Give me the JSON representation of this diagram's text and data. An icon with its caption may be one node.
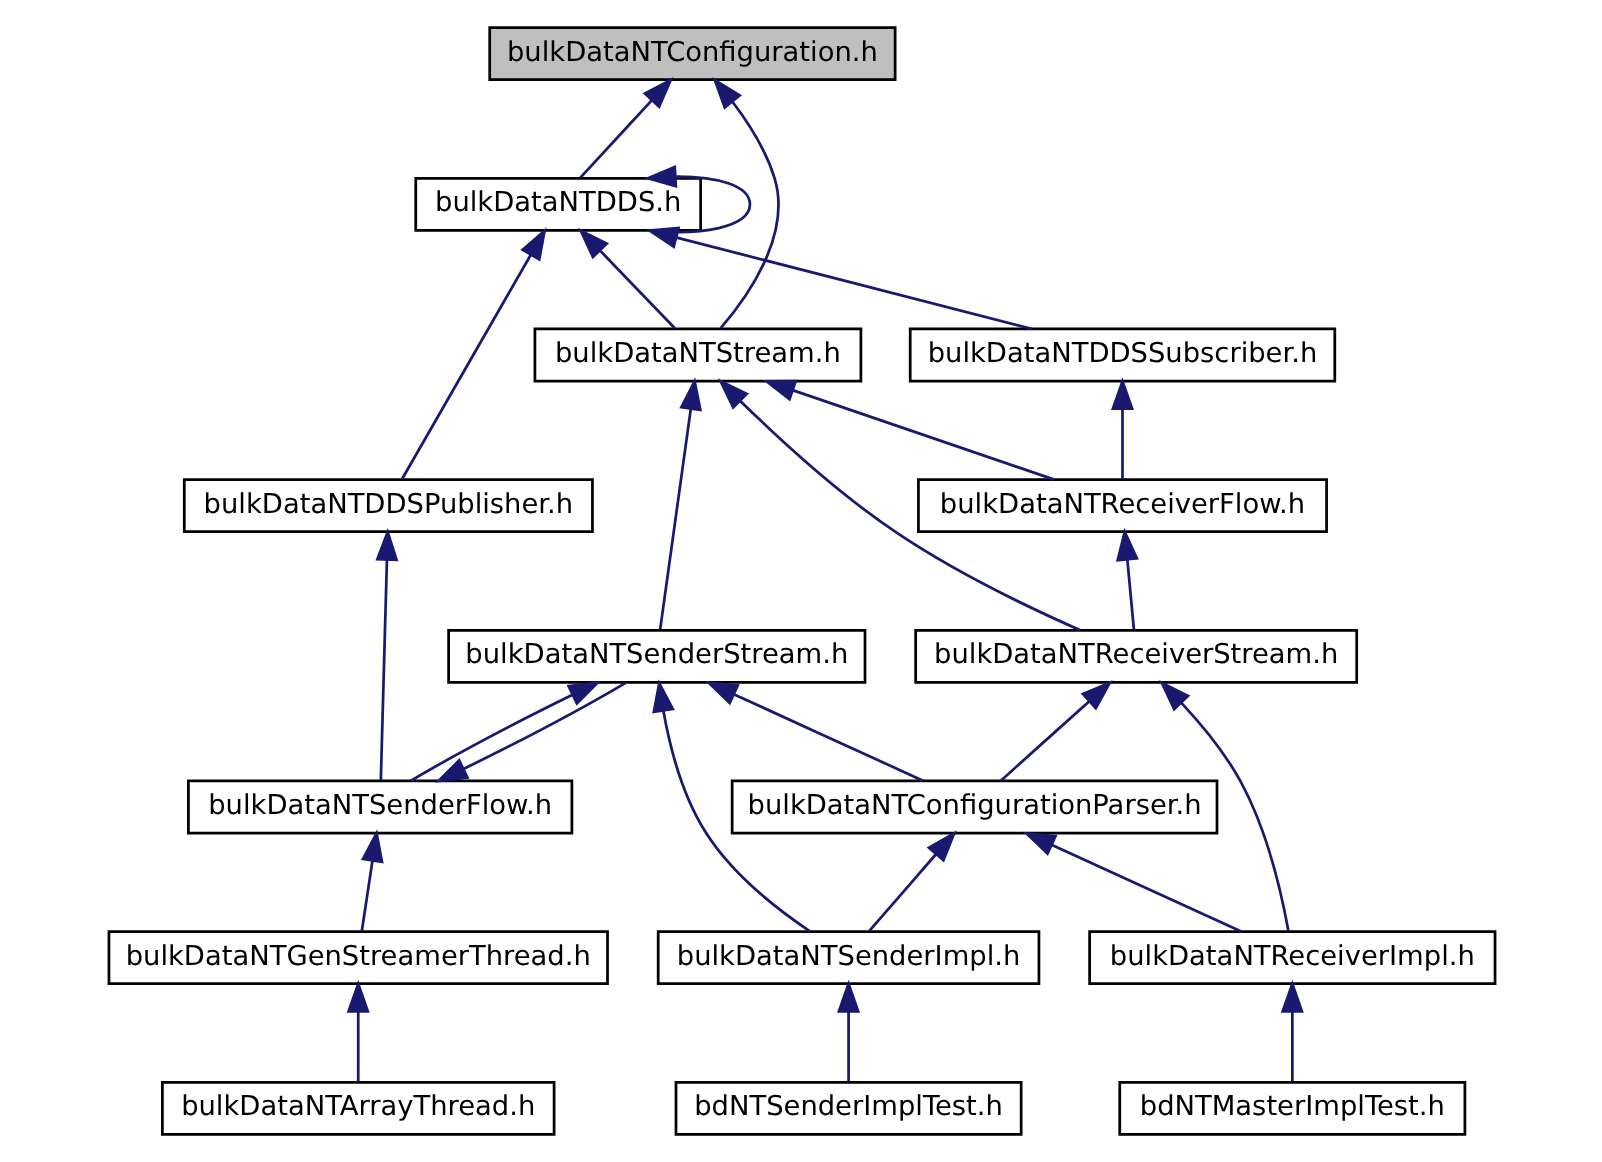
{
  "diagram": {
    "nodes": [
      {
        "text": [
          "bulkDataNTConfiguration.h"
        ]
      },
      {
        "text": [
          "bulkDataNTDDS.h"
        ]
      },
      {
        "text": [
          "bulkDataNTDDSPublisher.h"
        ]
      },
      {
        "text": [
          "bulkDataNTDDSSubscriber.h"
        ]
      },
      {
        "text": [
          "bulkDataNTStream.h"
        ]
      },
      {
        "text": [
          "bulkDataNTSenderFlow.h"
        ]
      },
      {
        "text": [
          "bulkDataNTReceiverFlow.h"
        ]
      },
      {
        "text": [
          "bulkDataNTGenStreamerThread.h"
        ]
      },
      {
        "text": [
          "bulkDataNTSenderStream.h"
        ]
      },
      {
        "text": [
          "bulkDataNTReceiverStream.h"
        ]
      },
      {
        "text": [
          "bulkDataNTArrayThread.h"
        ]
      },
      {
        "text": [
          "bulkDataNTConfigurationParser.h"
        ]
      },
      {
        "text": [
          "bulkDataNTSenderImpl.h"
        ]
      },
      {
        "text": [
          "bulkDataNTReceiverImpl.h"
        ]
      },
      {
        "text": [
          "bdNTSenderImplTest.h"
        ]
      },
      {
        "text": [
          "bdNTMasterImplTest.h"
        ]
      }
    ],
    "edges": [
      {
        "from": 1,
        "to": 0,
        "arrow": "to"
      },
      {
        "from": 1,
        "to": 1,
        "arrow": "to"
      },
      {
        "from": 4,
        "to": 0,
        "arrow": "to"
      },
      {
        "from": 2,
        "to": 1,
        "arrow": "to"
      },
      {
        "from": 3,
        "to": 1,
        "arrow": "to"
      },
      {
        "from": 4,
        "to": 1,
        "arrow": "to"
      },
      {
        "from": 5,
        "to": 2,
        "arrow": "to"
      },
      {
        "from": 6,
        "to": 3,
        "arrow": "to"
      },
      {
        "from": 6,
        "to": 4,
        "arrow": "to"
      },
      {
        "from": 8,
        "to": 4,
        "arrow": "to"
      },
      {
        "from": 9,
        "to": 4,
        "arrow": "to"
      },
      {
        "from": 7,
        "to": 5,
        "arrow": "to"
      },
      {
        "from": 8,
        "to": 5,
        "arrow": "to"
      },
      {
        "from": 5,
        "to": 8,
        "arrow": "to"
      },
      {
        "from": 9,
        "to": 6,
        "arrow": "to"
      },
      {
        "from": 10,
        "to": 7,
        "arrow": "to"
      },
      {
        "from": 11,
        "to": 8,
        "arrow": "to"
      },
      {
        "from": 12,
        "to": 8,
        "arrow": "to"
      },
      {
        "from": 11,
        "to": 9,
        "arrow": "to"
      },
      {
        "from": 13,
        "to": 9,
        "arrow": "to"
      },
      {
        "from": 12,
        "to": 11,
        "arrow": "to"
      },
      {
        "from": 13,
        "to": 11,
        "arrow": "to"
      },
      {
        "from": 14,
        "to": 12,
        "arrow": "to"
      },
      {
        "from": 15,
        "to": 13,
        "arrow": "to"
      }
    ]
  }
}
